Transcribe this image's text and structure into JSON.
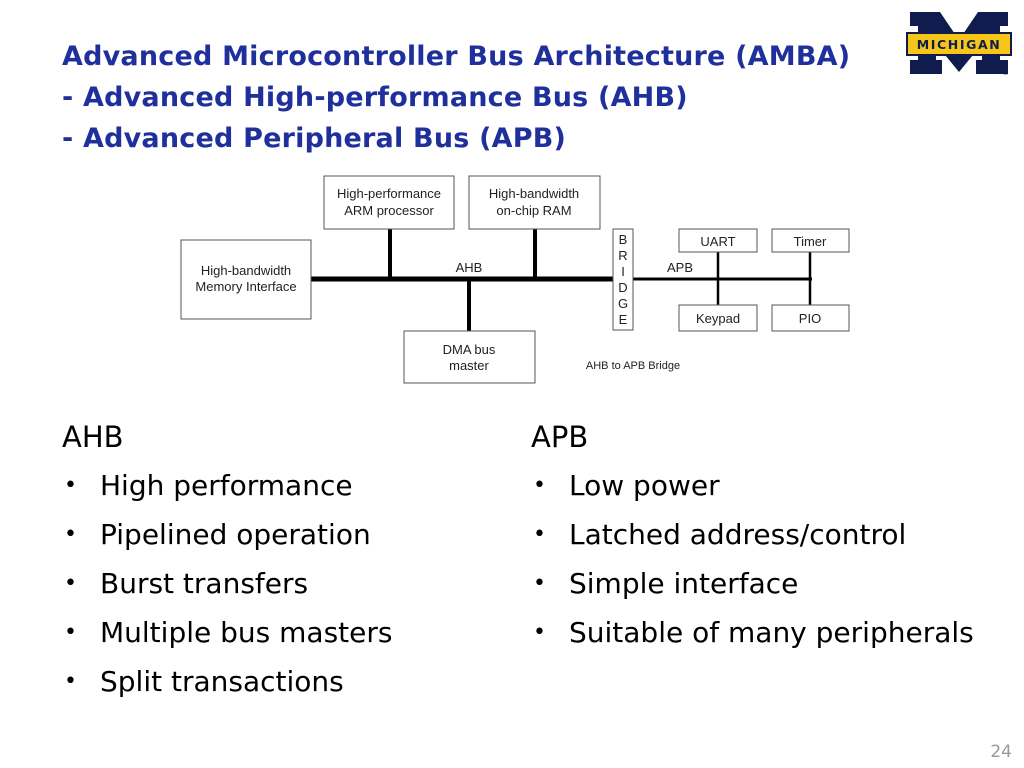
{
  "title": {
    "line1": "Advanced Microcontroller Bus Architecture (AMBA)",
    "line2": "- Advanced High-performance Bus (AHB)",
    "line3": "- Advanced Peripheral Bus (APB)"
  },
  "logo": {
    "text": "MICHIGAN",
    "mark": "®"
  },
  "diagram": {
    "processor": [
      "High-performance",
      "ARM processor"
    ],
    "ram": [
      "High-bandwidth",
      "on-chip RAM"
    ],
    "memory": [
      "High-bandwidth",
      "Memory Interface"
    ],
    "dma": [
      "DMA bus",
      "master"
    ],
    "bridge_letters": [
      "B",
      "R",
      "I",
      "D",
      "G",
      "E"
    ],
    "ahb_label": "AHB",
    "apb_label": "APB",
    "uart": "UART",
    "timer": "Timer",
    "keypad": "Keypad",
    "pio": "PIO",
    "caption": "AHB to APB Bridge"
  },
  "ahb": {
    "heading": "AHB",
    "items": [
      "High performance",
      "Pipelined operation",
      "Burst transfers",
      "Multiple bus masters",
      "Split transactions"
    ]
  },
  "apb": {
    "heading": "APB",
    "items": [
      "Low power",
      "Latched address/control",
      "Simple interface",
      "Suitable of many peripherals"
    ]
  },
  "page_number": "24",
  "colors": {
    "title": "#1f2f9b",
    "logo_blue": "#101c4e",
    "logo_maize": "#f5c518"
  }
}
